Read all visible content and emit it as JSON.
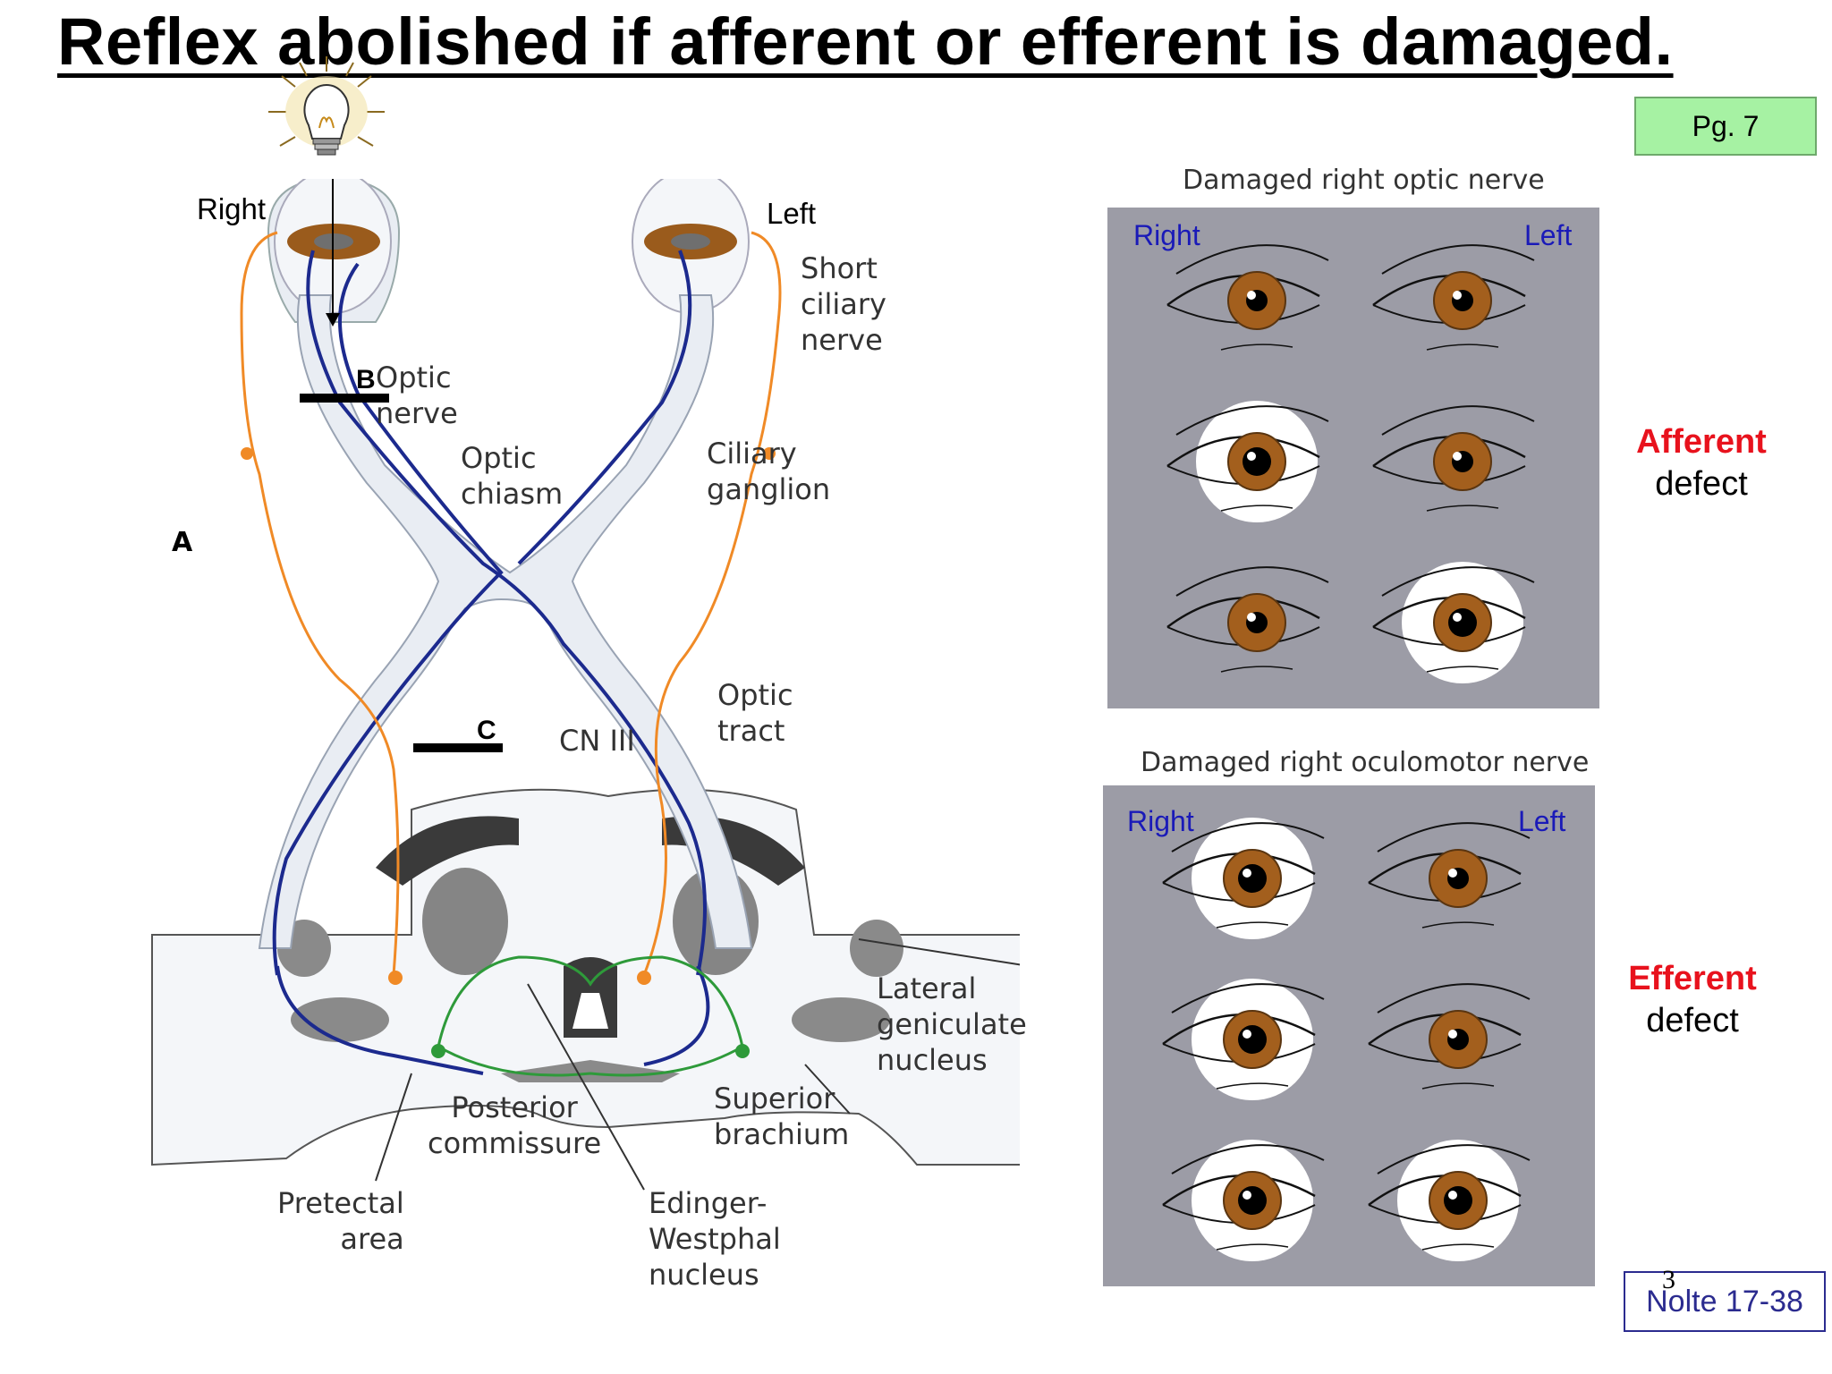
{
  "title": "Reflex abolished if afferent or efferent is damaged.",
  "page_badge": "Pg. 7",
  "reference": "Nolte 17-38",
  "slide_number": "3",
  "diagram": {
    "panel_letter": "A",
    "eye_right": "Right",
    "eye_left": "Left",
    "lesion_b": "B",
    "lesion_c": "C",
    "labels": {
      "short_ciliary": [
        "Short",
        "ciliary",
        "nerve"
      ],
      "optic_nerve": [
        "Optic",
        "nerve"
      ],
      "optic_chiasm": [
        "Optic",
        "chiasm"
      ],
      "ciliary_ganglion": [
        "Ciliary",
        "ganglion"
      ],
      "optic_tract": [
        "Optic",
        "tract"
      ],
      "cn3": "CN III",
      "lgn": [
        "Lateral",
        "geniculate",
        "nucleus"
      ],
      "posterior_commissure": [
        "Posterior",
        "commissure"
      ],
      "superior_brachium": [
        "Superior",
        "brachium"
      ],
      "pretectal": [
        "Pretectal",
        "area"
      ],
      "edinger": [
        "Edinger-",
        "Westphal",
        "nucleus"
      ]
    },
    "colors": {
      "afferent_pathway": "#1c2a8e",
      "efferent_pathway": "#f08a26",
      "interneuron": "#2e9a3a",
      "nerve_sheath": "#e9edf3"
    }
  },
  "panels": [
    {
      "title": "Damaged right optic nerve",
      "left_label": "Right",
      "right_label": "Left",
      "side_title": "Afferent",
      "side_sub": "defect",
      "pupil_sizes": [
        [
          "small",
          "small"
        ],
        [
          "large",
          "small"
        ],
        [
          "small",
          "large"
        ]
      ]
    },
    {
      "title": "Damaged right oculomotor nerve",
      "left_label": "Right",
      "right_label": "Left",
      "side_title": "Efferent",
      "side_sub": "defect",
      "pupil_sizes": [
        [
          "large",
          "small"
        ],
        [
          "large",
          "small"
        ],
        [
          "large",
          "large"
        ]
      ]
    }
  ]
}
